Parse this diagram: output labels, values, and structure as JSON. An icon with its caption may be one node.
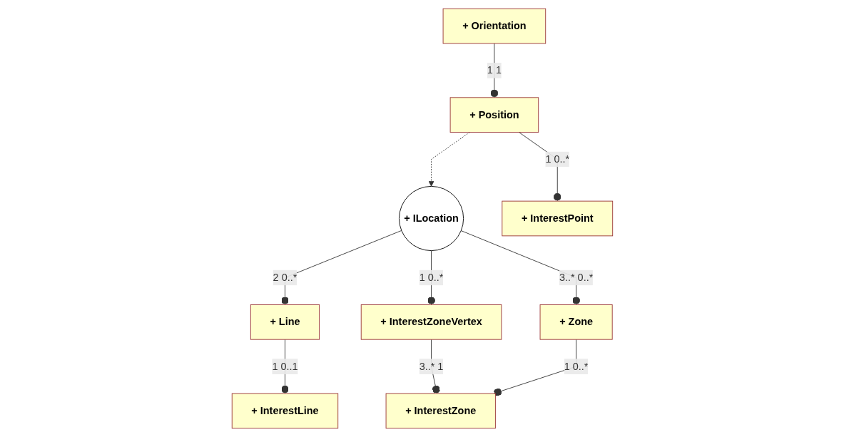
{
  "diagram": {
    "nodes": [
      {
        "text": [
          "+ Line"
        ]
      },
      {
        "text": [
          "+ ILocation"
        ]
      },
      {
        "text": [
          "+ InterestZoneVertex"
        ]
      },
      {
        "text": [
          "+ InterestLine"
        ]
      },
      {
        "text": [
          "+ Position"
        ]
      },
      {
        "text": [
          "+ InterestPoint"
        ]
      },
      {
        "text": [
          "+ Orientation"
        ]
      },
      {
        "text": [
          "+ Zone"
        ]
      },
      {
        "text": [
          "+ InterestZone"
        ]
      }
    ],
    "edges": [
      {
        "from": 1,
        "to": 0,
        "arrow": "other",
        "label": "2 0..*"
      },
      {
        "from": 1,
        "to": 2,
        "arrow": "other",
        "label": "1 0..*"
      },
      {
        "from": 0,
        "to": 3,
        "arrow": "other",
        "label": "1 0..1"
      },
      {
        "from": 4,
        "to": 1,
        "arrow": "to",
        "style": "dashed"
      },
      {
        "from": 1,
        "to": 7,
        "arrow": "other",
        "label": "3..* 0..*"
      },
      {
        "from": 2,
        "to": 8,
        "arrow": "other",
        "label": "3..* 1"
      },
      {
        "from": 4,
        "to": 5,
        "arrow": "other",
        "label": "1 0..*"
      },
      {
        "from": 6,
        "to": 4,
        "arrow": "other",
        "label": "1 1"
      },
      {
        "from": 7,
        "to": 8,
        "arrow": "other",
        "label": "1 0..*"
      }
    ]
  }
}
